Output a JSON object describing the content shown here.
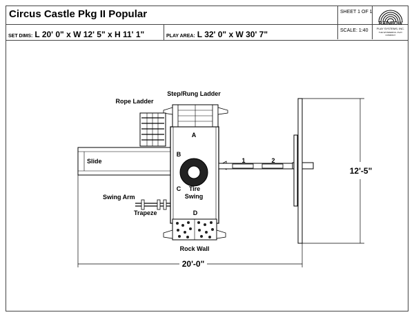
{
  "header": {
    "title": "Circus Castle Pkg II Popular",
    "sheet": "SHEET 1 OF 1",
    "scale": "SCALE: 1:40",
    "set_dims_label": "SET DIMS:",
    "set_dims_value": "L 20' 0\" x W 12' 5\" x H 11' 1\"",
    "play_area_label": "PLAY AREA:",
    "play_area_value": "L 32' 0\" x W 30' 7\""
  },
  "logo": {
    "name": "RAINBOW",
    "sub": "PLAY SYSTEMS, INC.",
    "tagline": "THE WONDERFUL PLAY COMPANY"
  },
  "labels": {
    "rope_ladder": "Rope Ladder",
    "step_rung_ladder": "Step/Rung Ladder",
    "slide": "Slide",
    "swing_arm": "Swing Arm",
    "trapeze": "Trapeze",
    "rock_wall": "Rock Wall",
    "tire": "Tire",
    "swing": "Swing",
    "a": "A",
    "b": "B",
    "c": "C",
    "d": "D",
    "one": "1",
    "two": "2"
  },
  "dimensions": {
    "length": "20'-0\"",
    "width": "12'-5\""
  }
}
